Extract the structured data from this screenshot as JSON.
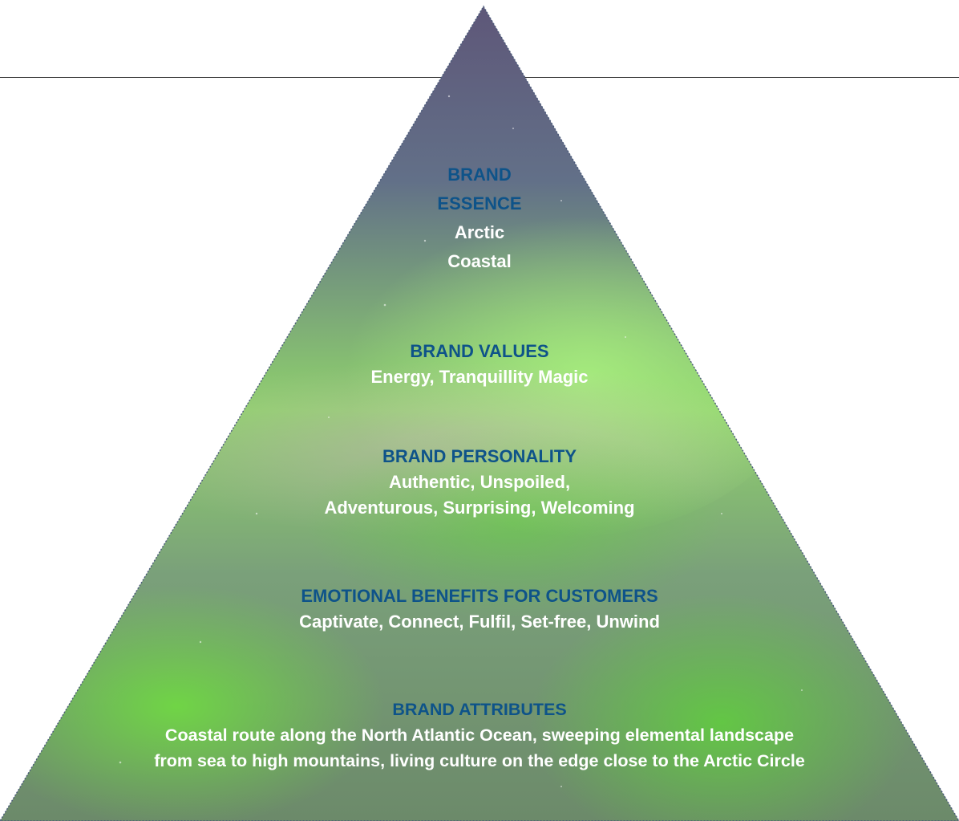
{
  "colors": {
    "heading": "#0e5389",
    "body_text": "#ffffff",
    "rule": "#3a3a3a",
    "pyramid_top": "#5e5678",
    "pyramid_mid": "#8fd26c",
    "pyramid_bottom": "#6c8a6a",
    "aurora_green": "#7ed957"
  },
  "pyramid": {
    "tiers": [
      {
        "heading": "BRAND\nESSENCE",
        "text": "Arctic\nCoastal"
      },
      {
        "heading": "BRAND VALUES",
        "text": "Energy, Tranquillity Magic"
      },
      {
        "heading": "BRAND PERSONALITY",
        "text": "Authentic, Unspoiled,\nAdventurous, Surprising, Welcoming"
      },
      {
        "heading": "EMOTIONAL BENEFITS FOR CUSTOMERS",
        "text": "Captivate, Connect, Fulfil, Set-free, Unwind"
      },
      {
        "heading": "BRAND ATTRIBUTES",
        "text": "Coastal route along the North Atlantic Ocean, sweeping elemental landscape\nfrom sea to high mountains, living culture on the edge close to the Arctic Circle"
      }
    ]
  }
}
